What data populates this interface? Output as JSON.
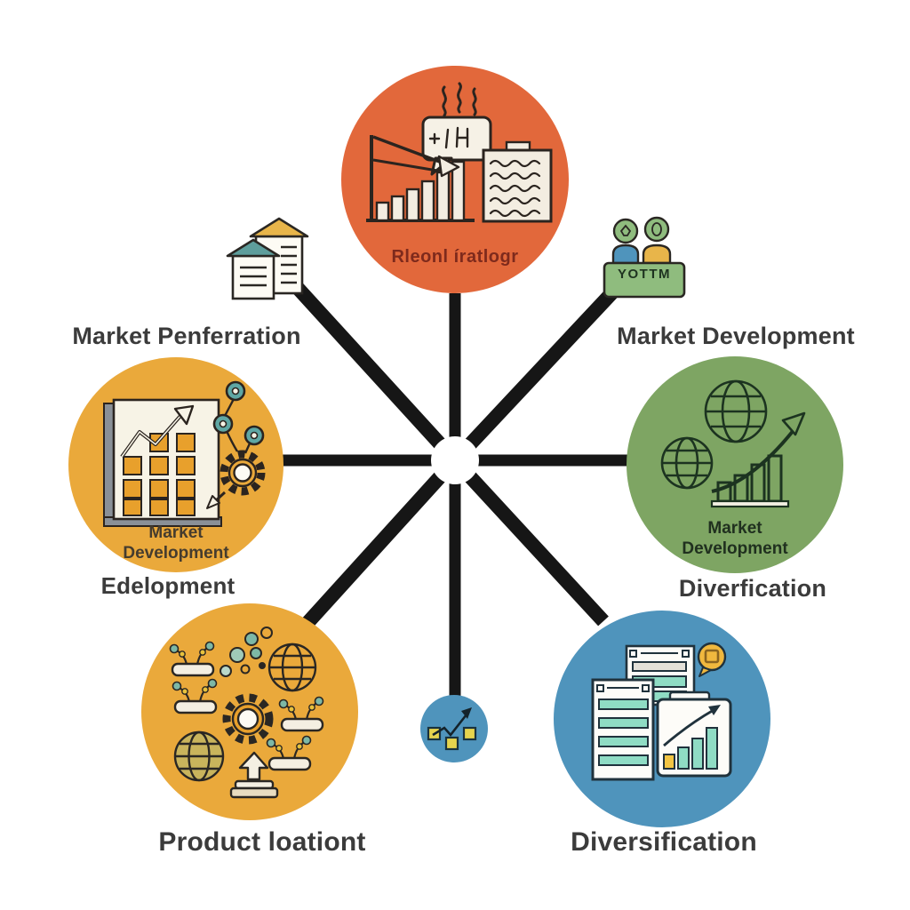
{
  "background": "#ffffff",
  "colors": {
    "spoke": "#161616",
    "hub_fill": "#ffffff",
    "node_orange": "#e2683b",
    "node_yellow": "#eaa93b",
    "node_green": "#7ea563",
    "node_blue": "#4f94bc",
    "satellite_box_green": "#8fbc7e",
    "heading_text": "#3b3b3b",
    "top_caption_text": "#7e2a1c",
    "teal_accent": "#7db8a6",
    "bar_teal": "#8fdcc4",
    "bar_yellow": "#f2c544"
  },
  "icons": [
    "growth-bar-chart-icon",
    "speech-bubble-icon",
    "notes-document-icon",
    "heat-squiggles-icon",
    "buildings-icon",
    "team-box-icon",
    "clipboard-grid-icon",
    "network-nodes-icon",
    "gear-icon",
    "globe-icon",
    "trend-arrow-icon",
    "bar-chart-icon",
    "bubbles-icon",
    "sprout-tray-icon",
    "podium-arrow-icon",
    "report-documents-icon",
    "chart-panel-icon",
    "chat-bubble-icon",
    "mini-flow-arrow-icon",
    "hub-circle"
  ],
  "nodes": {
    "top": {
      "caption": "Rleonl íratlogr"
    },
    "left": {
      "heading": "Market Penferration",
      "caption_line1": "Market",
      "caption_line2": "Development",
      "footer": "Edelopment"
    },
    "right": {
      "heading": "Market Development",
      "caption_line1": "Market",
      "caption_line2": "Development",
      "footer": "Diverfication"
    },
    "bottom_left": {
      "footer": "Product loationt"
    },
    "bottom_right": {
      "footer": "Diversification"
    },
    "yottm": {
      "label": "YOTTM"
    }
  }
}
